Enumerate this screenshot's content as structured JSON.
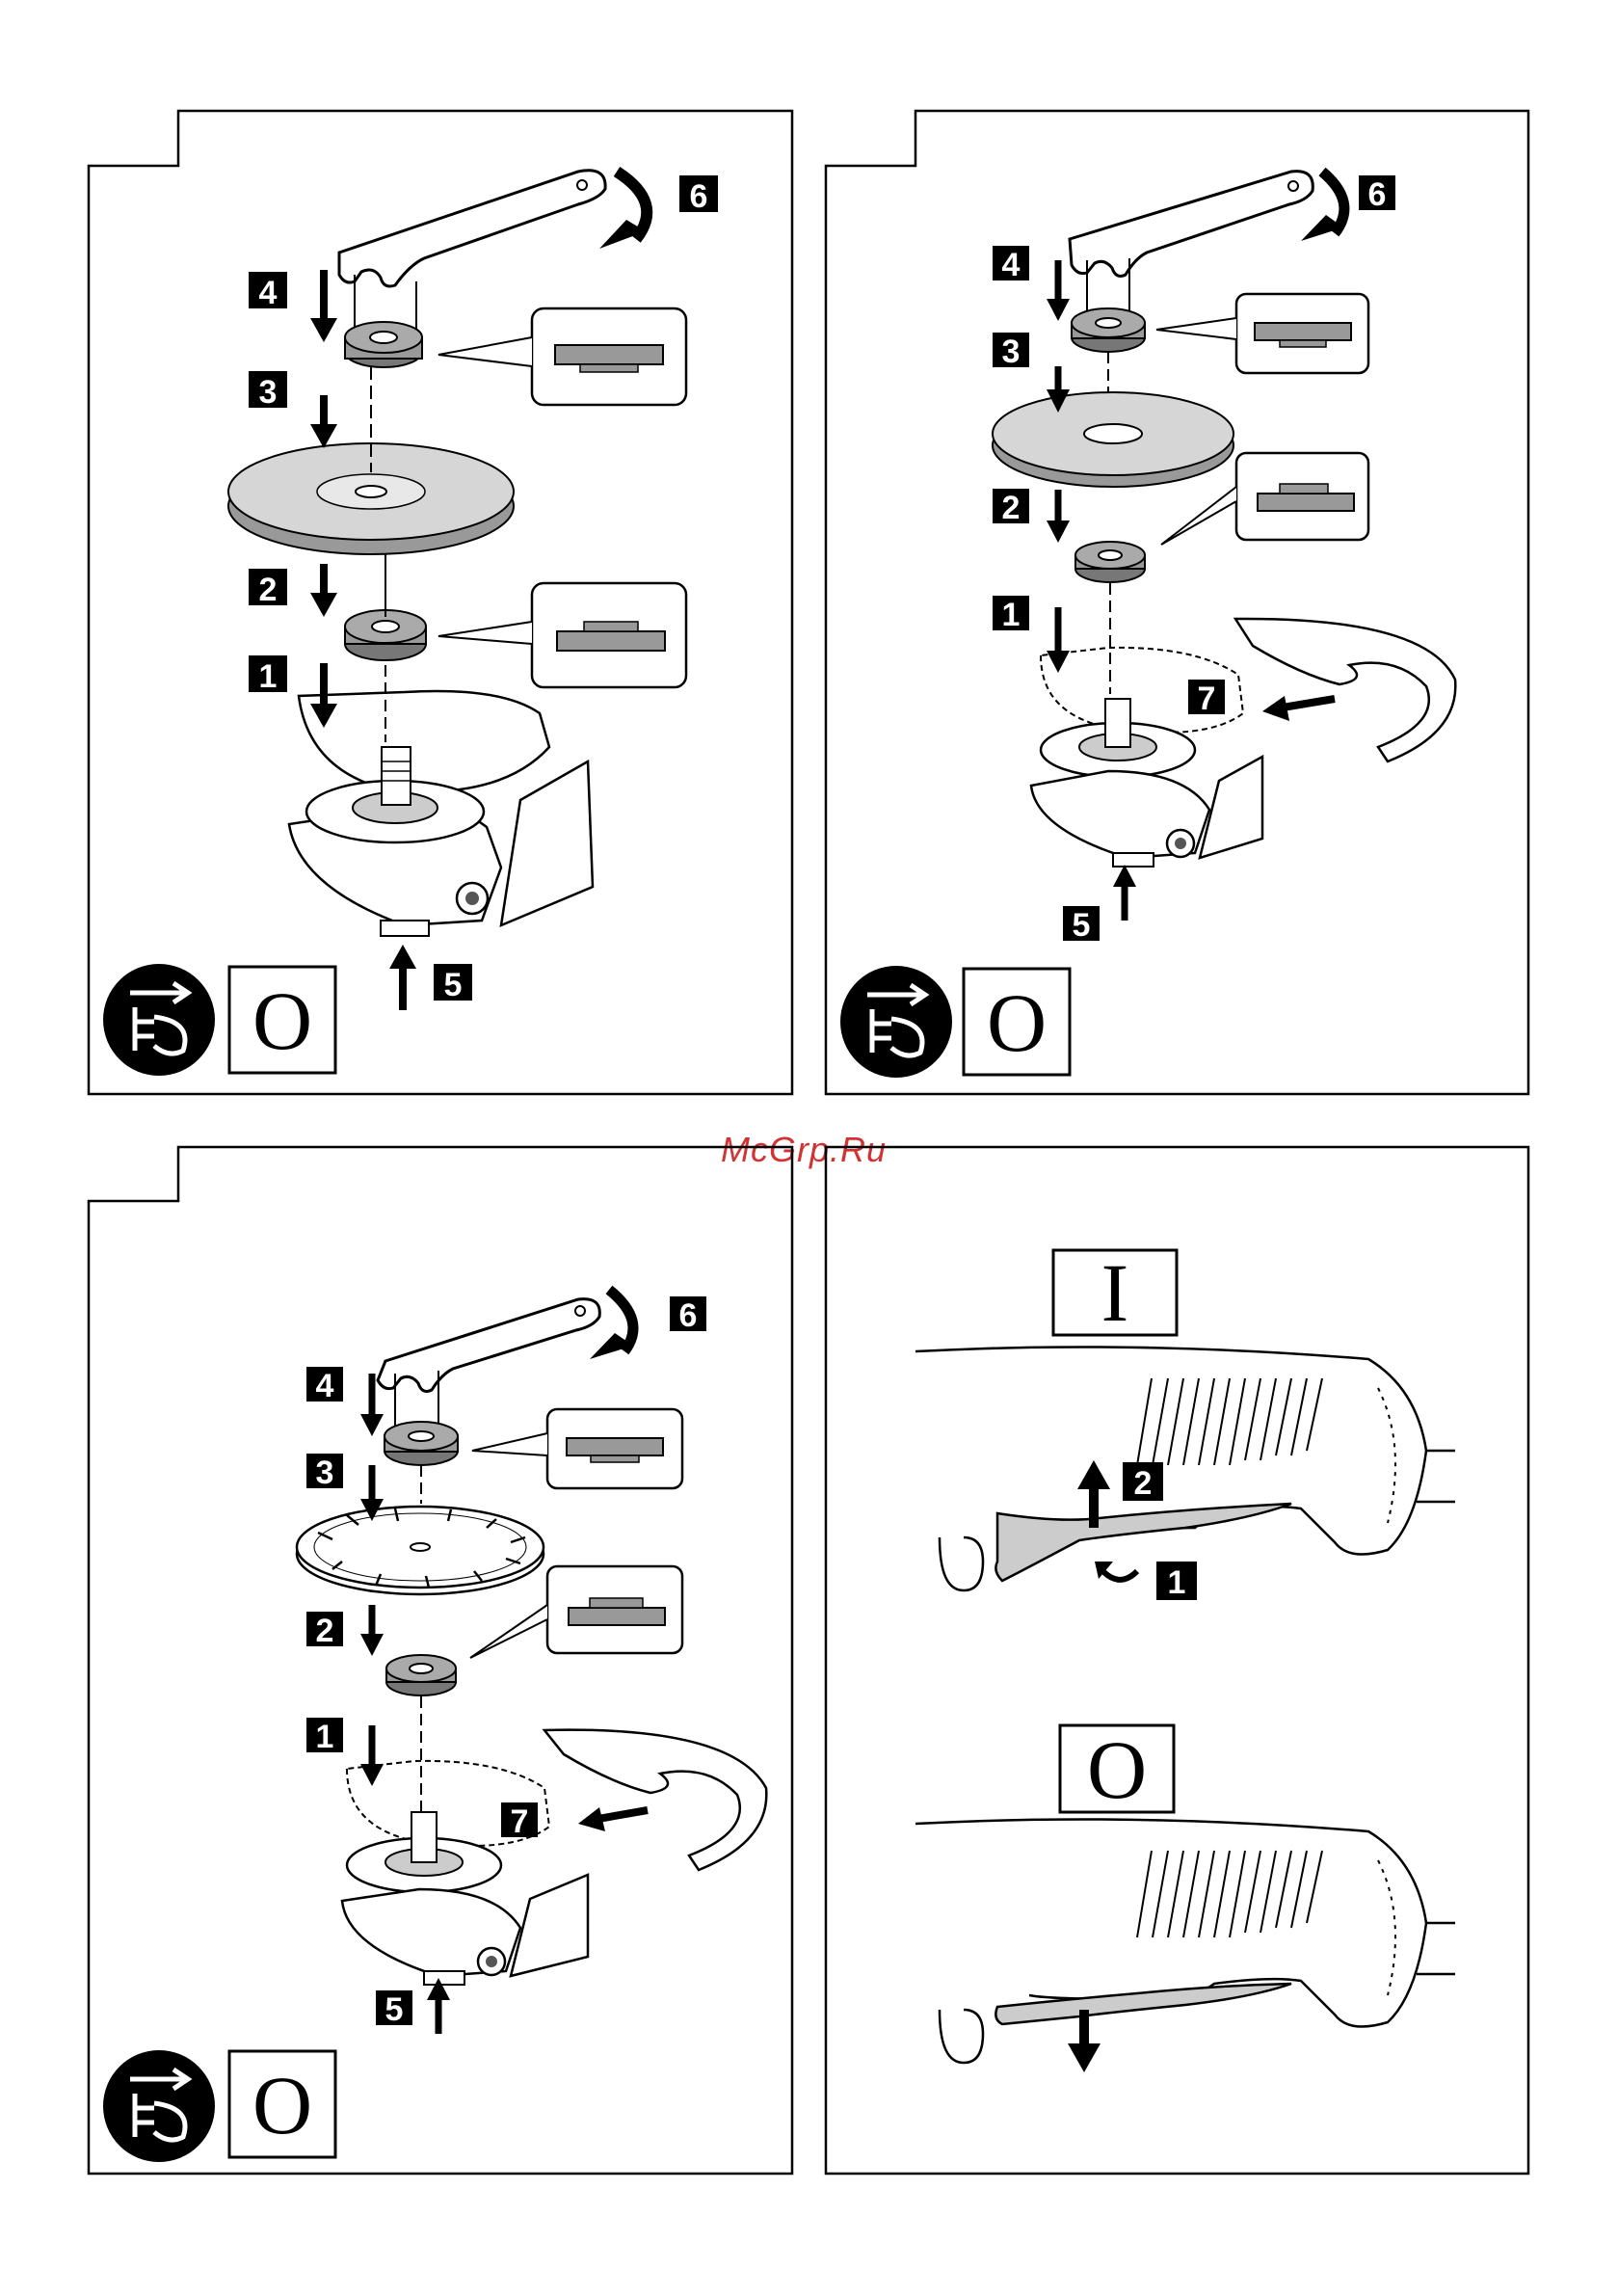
{
  "watermark": "McGrp.Ru",
  "colors": {
    "ink": "#000000",
    "grey": "#b4b4b4",
    "watermark": "#d23232"
  },
  "panels": [
    {
      "id": "panel-1",
      "step_labels": [
        "1",
        "2",
        "3",
        "4",
        "5",
        "6"
      ],
      "switch_state": "O",
      "icon": "unplug-icon",
      "disc": "grinding-disc"
    },
    {
      "id": "panel-2",
      "step_labels": [
        "1",
        "2",
        "3",
        "4",
        "5",
        "6",
        "7"
      ],
      "switch_state": "O",
      "icon": "unplug-icon",
      "disc": "grinding-disc"
    },
    {
      "id": "panel-3",
      "step_labels": [
        "1",
        "2",
        "3",
        "4",
        "5",
        "6",
        "7"
      ],
      "switch_state": "O",
      "icon": "unplug-icon",
      "disc": "diamond-blade"
    },
    {
      "id": "panel-4",
      "switch_on": "I",
      "switch_off": "O",
      "step_labels": [
        "1",
        "2"
      ]
    }
  ]
}
